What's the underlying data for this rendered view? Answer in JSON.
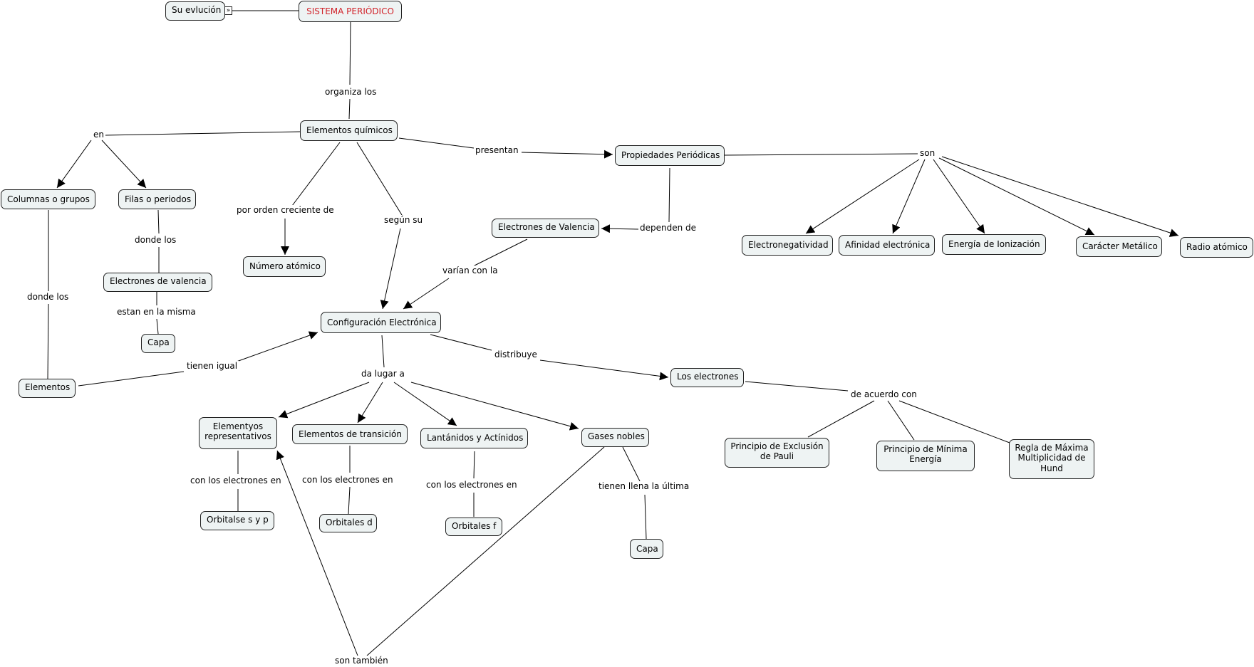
{
  "concepts": {
    "sistema": "SISTEMA PERIÓDICO",
    "evolucion": "Su evlución",
    "elementos_quimicos": "Elementos químicos",
    "columnas": "Columnas o grupos",
    "filas": "Filas o periodos",
    "electrones_valencia_lower": "Electrones de valencia",
    "capa_1": "Capa",
    "elementos": "Elementos",
    "numero_atomico": "Número atómico",
    "configuracion": "Configuración Electrónica",
    "propiedades": "Propiedades Periódicas",
    "electrones_valencia_upper": "Electrones de Valencia",
    "electronegatividad": "Electronegatividad",
    "afinidad": "Afinidad electrónica",
    "energia_ionizacion": "Energía de Ionización",
    "caracter_metalico": "Carácter Metálico",
    "radio_atomico": "Radio atómico",
    "los_electrones": "Los electrones",
    "pauli": "Principio de Exclusión de Pauli",
    "minima_energia": "Principio de Mínima Energía",
    "hund": "Regla de Máxima Multiplicidad de Hund",
    "representativos": "Elementyos representativos",
    "transicion": "Elementos de transición",
    "lantanidos": "Lantánidos y Actínidos",
    "gases_nobles": "Gases nobles",
    "orbitales_sp": "Orbitalse s y p",
    "orbitales_d": "Orbitales d",
    "orbitales_f": "Orbitales f",
    "capa_2": "Capa"
  },
  "linking_phrases": {
    "organiza_los": "organiza los",
    "en": "en",
    "presentan": "presentan",
    "son": "son",
    "por_orden": "por orden creciente de",
    "segun_su": "según su",
    "dependen_de": "dependen de",
    "varian_con": "varían con la",
    "donde_los_1": "donde los",
    "donde_los_2": "donde los",
    "estan_en": "estan en la misma",
    "tienen_igual": "tienen igual",
    "distribuye": "distribuye",
    "da_lugar": "da lugar a",
    "de_acuerdo": "de acuerdo con",
    "con_e_1": "con los electrones en",
    "con_e_2": "con los electrones en",
    "con_e_3": "con los electrones en",
    "tienen_llena": "tienen llena la última",
    "son_tambien": "son también"
  },
  "colors": {
    "node_fill": "#eef3f3",
    "root_text": "#d1232a",
    "line": "#000000"
  }
}
